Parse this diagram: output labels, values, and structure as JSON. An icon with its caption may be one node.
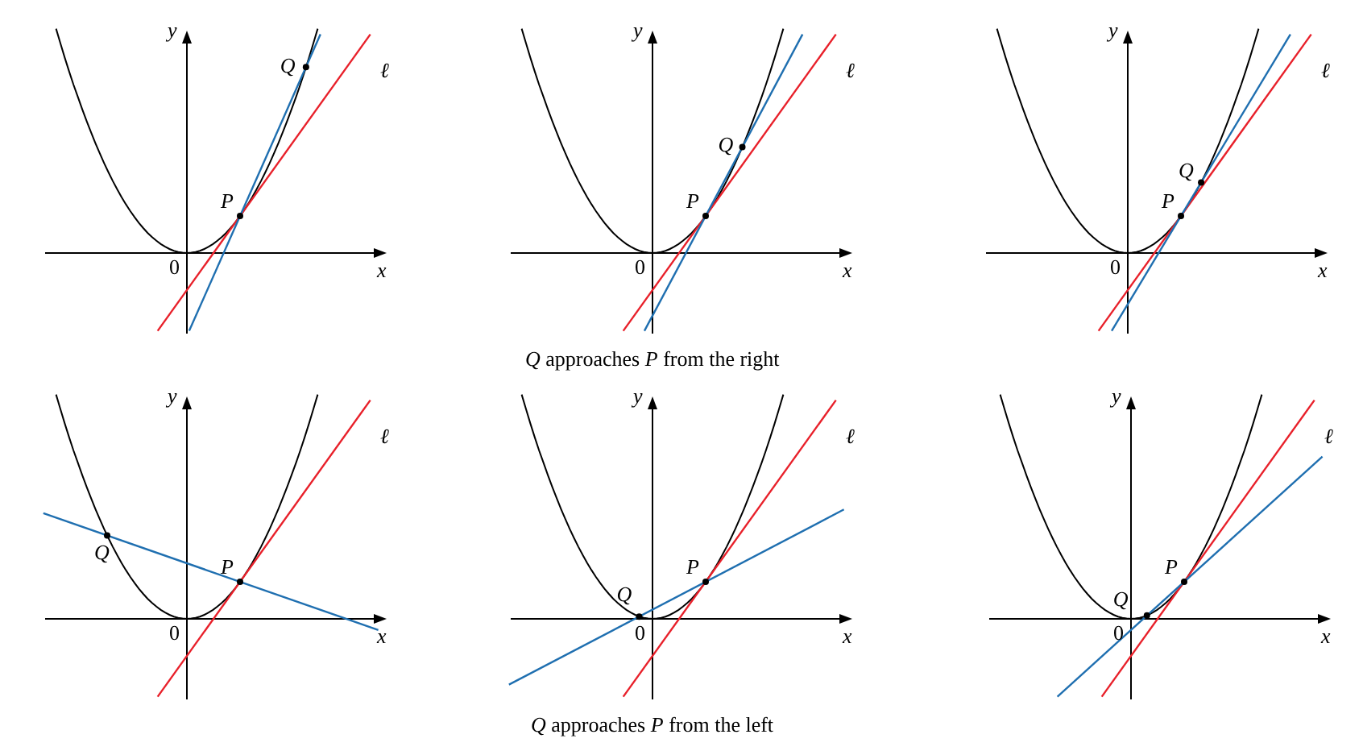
{
  "diagram": {
    "labels": [
      "y",
      "ℓ",
      "Q",
      "P",
      "0",
      "x",
      "y",
      "ℓ",
      "Q",
      "P",
      "0",
      "x",
      "y",
      "ℓ",
      "Q",
      "P",
      "0",
      "x",
      "*Q* approaches *P* from the right",
      "y",
      "ℓ",
      "Q",
      "P",
      "0",
      "x",
      "y",
      "ℓ",
      "Q",
      "P",
      "0",
      "x",
      "y",
      "ℓ",
      "Q",
      "P",
      "0",
      "x",
      "*Q* approaches *P* from the left"
    ]
  }
}
